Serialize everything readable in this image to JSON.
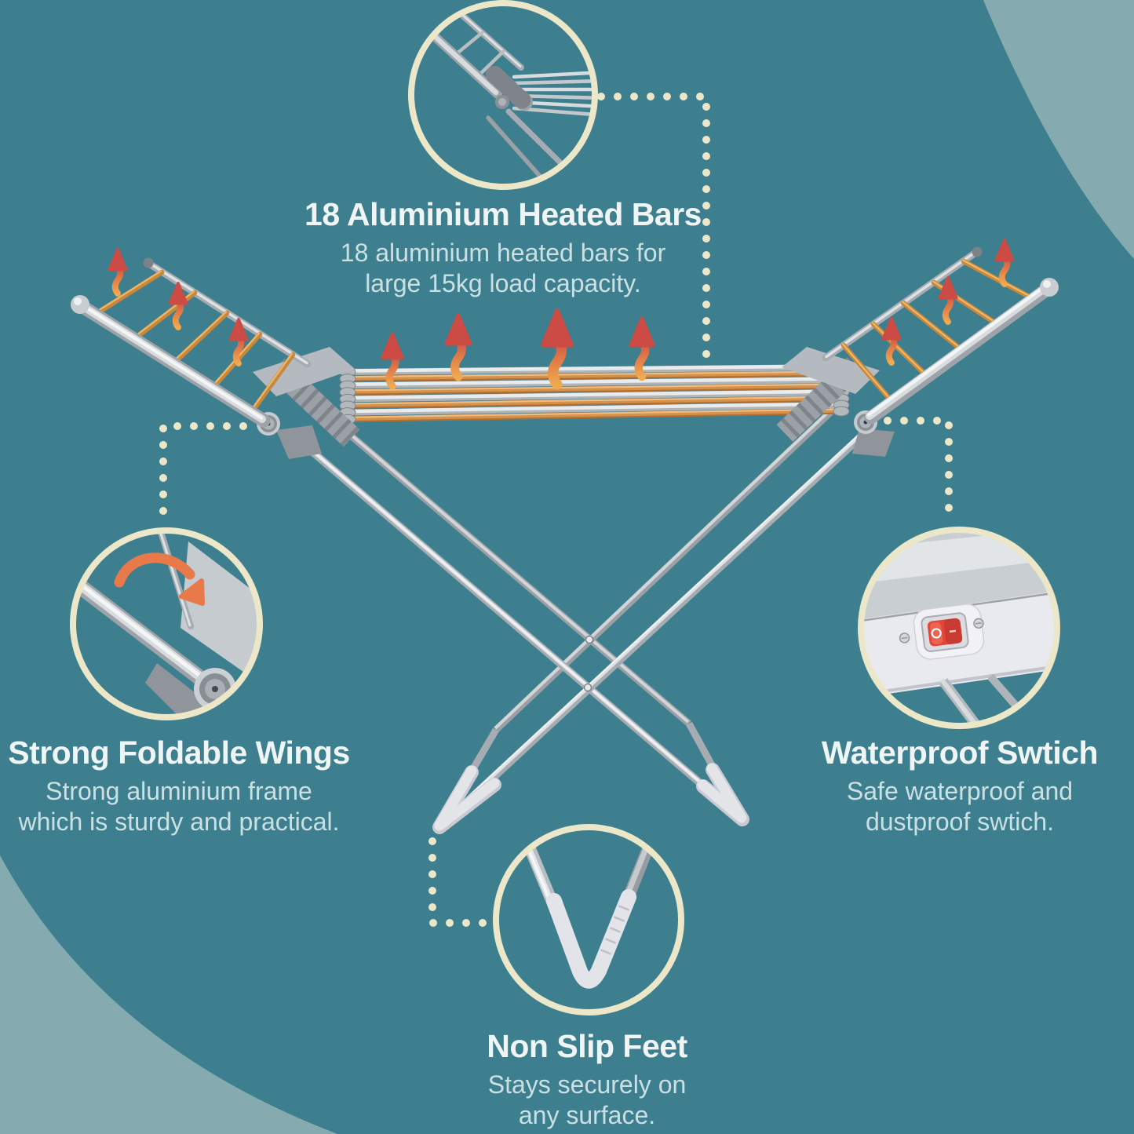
{
  "image": {
    "type": "product-infographic",
    "product": "heated winged clothes drying rack"
  },
  "colors": {
    "background": "#3D7F8E",
    "background_blob": "#85ABB1",
    "ring_and_dots_cream": "#ECE7C8",
    "heading_text": "#EEF5F4",
    "body_text": "#CBE0E2",
    "heat_arrow_red": "#CC4B44",
    "heat_arrow_orange": "#F0A94F",
    "heated_bar_orange": "#D6924A",
    "frame_silver": "#C6CBCF",
    "switch_red": "#E2463B",
    "fold_arrow_orange": "#E8794A"
  },
  "callouts": {
    "heated_bars": {
      "title": "18 Aluminium Heated Bars",
      "line1": "18 aluminium heated bars for",
      "line2": "large 15kg load capacity."
    },
    "foldable_wings": {
      "title": "Strong Foldable Wings",
      "line1": "Strong aluminium frame",
      "line2": "which is sturdy and practical."
    },
    "waterproof_switch": {
      "title": "Waterproof Swtich",
      "line1": "Safe waterproof and",
      "line2": "dustproof swtich."
    },
    "non_slip_feet": {
      "title": "Non Slip Feet",
      "line1": "Stays securely on",
      "line2": "any surface."
    }
  }
}
